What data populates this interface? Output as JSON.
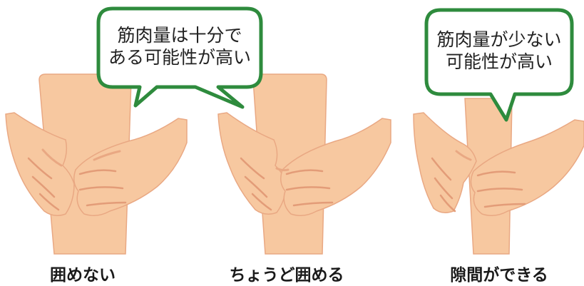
{
  "colors": {
    "skin": "#f7c8a0",
    "skin_shadow": "#e9a883",
    "finger_line": "#e39c78",
    "bubble_border": "#2e8b3d",
    "bubble_fill": "#ffffff"
  },
  "panels": [
    {
      "caption": "囲めない",
      "bubble": null
    },
    {
      "caption": "ちょうど囲める",
      "bubble": "筋肉量は十分で\nある可能性が高い"
    },
    {
      "caption": "隙間ができる",
      "bubble": "筋肉量が少ない\n可能性が高い"
    }
  ]
}
